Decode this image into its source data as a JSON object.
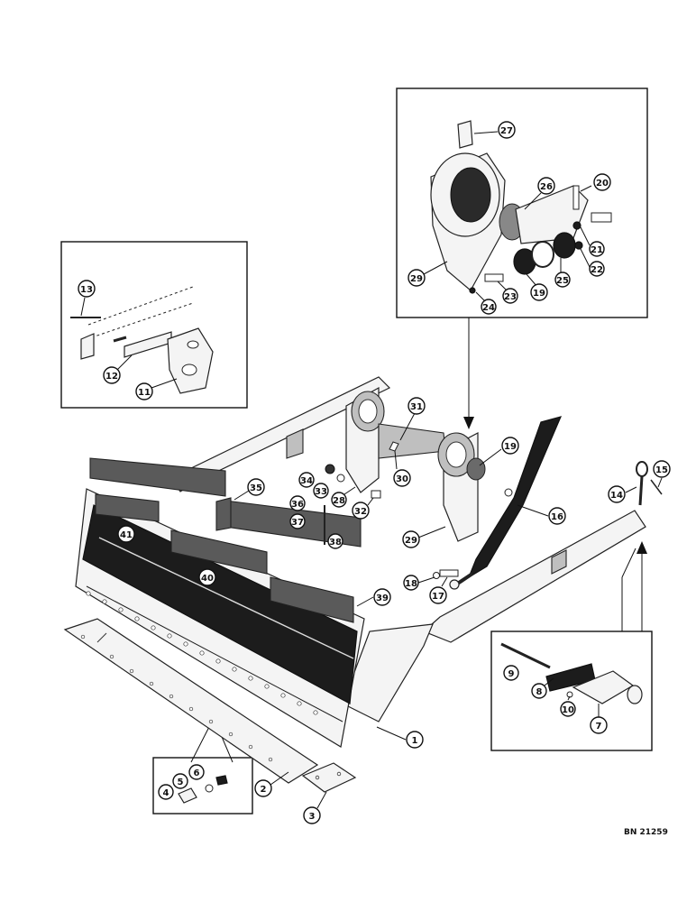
{
  "part_numbers": [
    "1",
    "2",
    "3",
    "4",
    "5",
    "6",
    "7",
    "8",
    "9",
    "10",
    "11",
    "12",
    "13",
    "14",
    "15",
    "16",
    "17",
    "18",
    "19",
    "19",
    "20",
    "21",
    "22",
    "23",
    "24",
    "25",
    "26",
    "27",
    "28",
    "29",
    "29",
    "30",
    "31",
    "32",
    "33",
    "34",
    "35",
    "36",
    "37",
    "38",
    "39",
    "40",
    "41"
  ],
  "reference_code": "BN 21259"
}
